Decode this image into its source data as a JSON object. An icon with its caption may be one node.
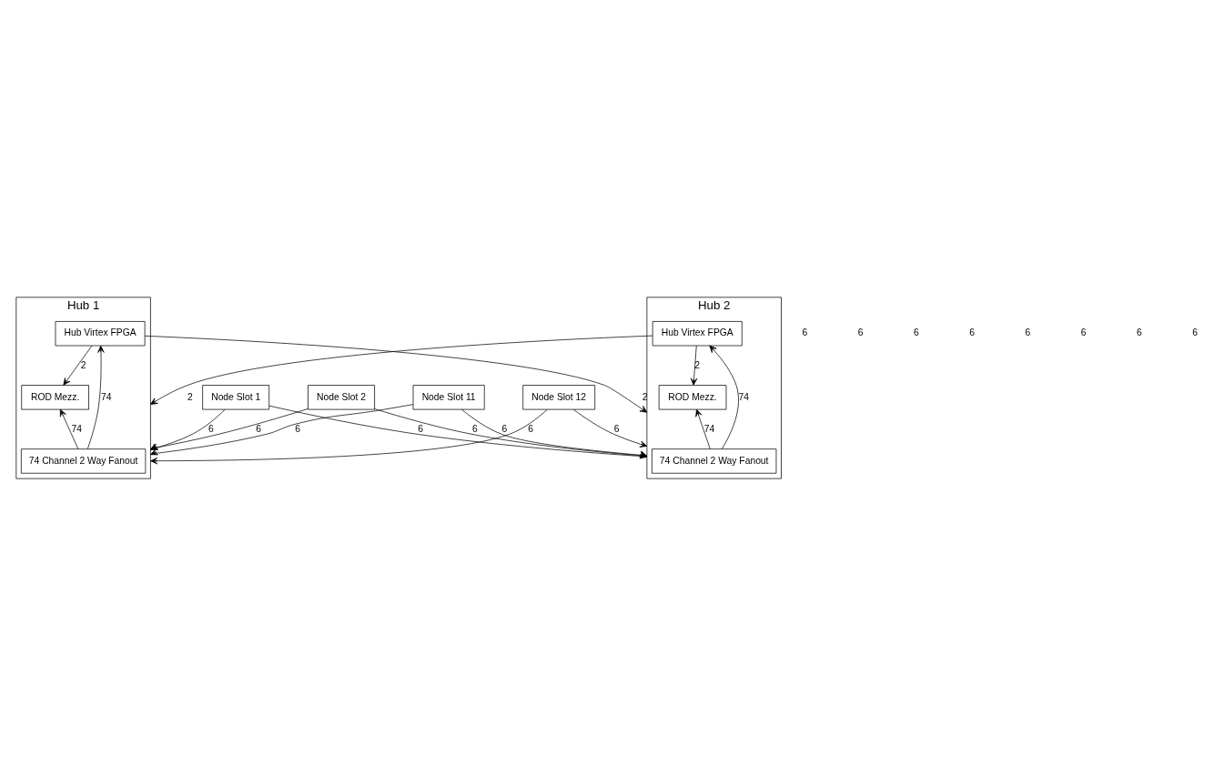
{
  "diagram": {
    "nodes": [
      {
        "text": [
          "Node Slot 1"
        ]
      },
      {
        "text": [
          "Node Slot 2"
        ]
      },
      {
        "text": [
          "Node Slot 11"
        ]
      },
      {
        "text": [
          "Node Slot 12"
        ]
      },
      {
        "text": [
          "Hub 1"
        ]
      },
      {
        "text": [
          "ROD Mezz."
        ],
        "in": 4
      },
      {
        "text": [
          "Hub Virtex FPGA"
        ],
        "in": 4
      },
      {
        "text": [
          "74 Channel 2 Way Fanout"
        ],
        "in": 4
      },
      {
        "text": [
          "Hub 2"
        ]
      },
      {
        "text": [
          "Hub Virtex FPGA"
        ],
        "in": 8
      },
      {
        "text": [
          "ROD Mezz."
        ],
        "in": 8
      },
      {
        "text": [
          "74 Channel 2 Way Fanout"
        ],
        "in": 8
      }
    ],
    "edges": [
      {
        "from": 0,
        "to": 4,
        "arrow": "to",
        "label": "6"
      },
      {
        "from": 0,
        "to": 8,
        "arrow": "to",
        "label": "6"
      },
      {
        "from": 1,
        "to": 4,
        "arrow": "to",
        "label": "6"
      },
      {
        "from": 1,
        "to": 8,
        "arrow": "to",
        "label": "6"
      },
      {
        "from": 2,
        "to": 4,
        "arrow": "to",
        "label": "6"
      },
      {
        "from": 2,
        "to": 8,
        "arrow": "to",
        "label": "6"
      },
      {
        "from": 3,
        "to": 4,
        "arrow": "to",
        "label": "6"
      },
      {
        "from": 3,
        "to": 8,
        "arrow": "to",
        "label": "6"
      },
      {
        "from": 6,
        "to": 5,
        "arrow": "to",
        "label": "2"
      },
      {
        "from": 7,
        "to": 5,
        "arrow": "to",
        "label": "74"
      },
      {
        "from": 7,
        "to": 6,
        "arrow": "to",
        "label": "74"
      },
      {
        "from": 9,
        "to": 10,
        "arrow": "to",
        "label": "2"
      },
      {
        "from": 11,
        "to": 9,
        "arrow": "to",
        "label": "74"
      },
      {
        "from": 11,
        "to": 10,
        "arrow": "to",
        "label": "74"
      },
      {
        "from": 6,
        "to": 8,
        "arrow": "to",
        "label": "2"
      },
      {
        "from": 9,
        "to": 4,
        "arrow": "to",
        "label": "2"
      }
    ],
    "labels": [
      "6",
      "6",
      "6",
      "6",
      "6",
      "6",
      "6",
      "6"
    ]
  }
}
